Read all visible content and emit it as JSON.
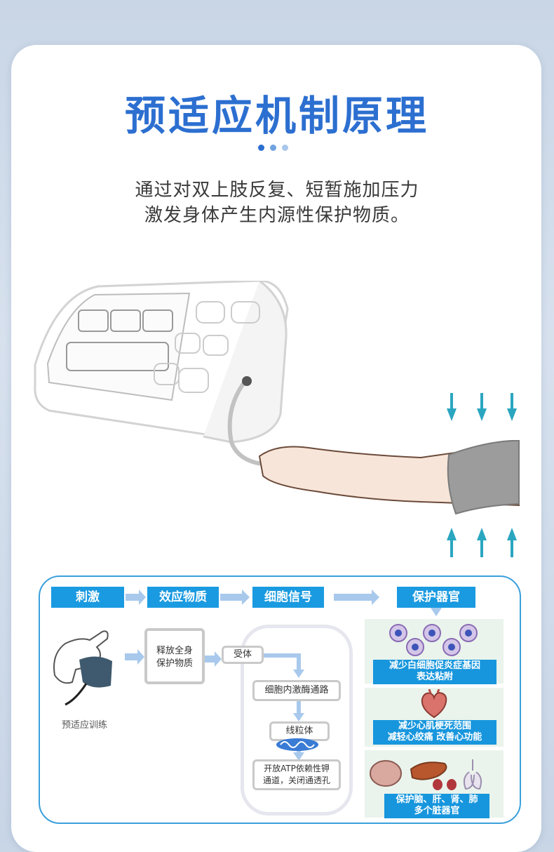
{
  "header": {
    "title": "预适应机制原理",
    "subtitle_line1": "通过对双上肢反复、短暂施加压力",
    "subtitle_line2": "激发身体产生内源性保护物质。"
  },
  "colors": {
    "accent": "#2c6fd0",
    "step_blue": "#1a9ae0",
    "frame_blue": "#3aa0dc"
  },
  "flow": {
    "steps": [
      "刺激",
      "效应物质",
      "细胞信号",
      "保护器官"
    ],
    "stimulus_caption": "预适应训练",
    "release_box_line1": "释放全身",
    "release_box_line2": "保护物质",
    "receptor": "受体",
    "pathway": "细胞内激酶通路",
    "mitochondria": "线粒体",
    "atp_line1": "开放ATP依赖性钾",
    "atp_line2": "通道，关闭通透孔",
    "organs": [
      {
        "line1": "减少白细胞促炎症基因",
        "line2": "表达粘附",
        "icon": "white-blood-cell-icon"
      },
      {
        "line1": "减少心肌梗死范围",
        "line2": "减轻心绞痛 改善心功能",
        "icon": "heart-icon"
      },
      {
        "line1": "保护脑、肝、肾、肺",
        "line2": "多个脏器官",
        "icon": "organs-icon"
      }
    ]
  }
}
